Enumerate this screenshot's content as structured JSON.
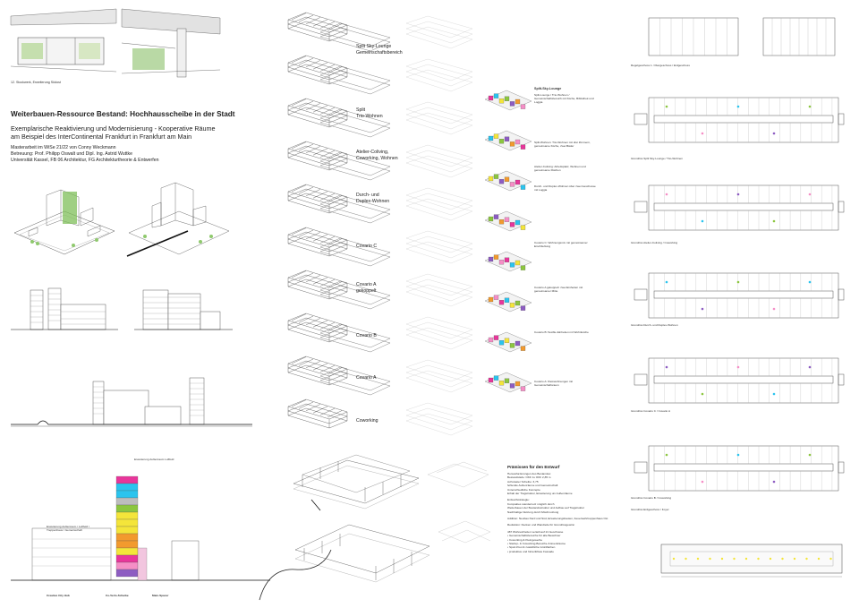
{
  "top_caption": "12. Stockwerk, Erweiterung Südost",
  "title": "Weiterbauen-Ressource Bestand: Hochhausscheibe in der Stadt",
  "subtitle_lines": [
    "Exemplarische Reaktivierung und Modernisierung - Kooperative Räume",
    "am Beispiel des InterContinental Frankfurt in Frankfurt am Main"
  ],
  "meta_lines": [
    "Masterarbeit im WiSe 21/22 von Conny Weckmann",
    "Betreuung: Prof. Philipp Oswalt und Dipl. Ing. Astrid Wuttke",
    "Universität Kassel, FB 06 Architektur, FG Architekturtheorie & Entwerfen"
  ],
  "section_labels": {
    "left": "Creative City Hub",
    "mid": "Co-Verlo-Scheibe",
    "right": "Main-Spacer"
  },
  "bar_block_title": "Erweiterung Außenraum Luftfeld",
  "colors": {
    "magenta": "#e8369b",
    "cyan": "#2bc4ee",
    "yellow": "#f4e53a",
    "orange": "#f29a2e",
    "green": "#8cc63f",
    "purple": "#8d5cc2",
    "pink": "#f58ec6",
    "grey": "#bdbdbd"
  },
  "typology_labels": [
    {
      "line1": "Split Sky-Lounge",
      "line2": "Gemeinschaftsbereich"
    },
    {
      "line1": "Split",
      "line2": "Trio-Wohnen"
    },
    {
      "line1": "Atelier-Coliving,",
      "line2": "Coworking, Wohnen"
    },
    {
      "line1": "Durch- und",
      "line2": "Duplex-Wohnen"
    },
    {
      "line1": "Covario C",
      "line2": ""
    },
    {
      "line1": "Covario A",
      "line2": "gekoppelt"
    },
    {
      "line1": "Covario B",
      "line2": ""
    },
    {
      "line1": "Covario  A",
      "line2": ""
    },
    {
      "line1": "Coworking",
      "line2": ""
    }
  ],
  "typology_descriptions": [
    "Split-Lounge / Trio-Wohnen / Gemeinschaftsbereich mit Küche, Bibliothek und Loggia",
    "Split-Wohnen: Trio-Wohnen mit drei Zimmern, gemeinsame Küche, zwei Bäder",
    "Atelier-Coliving: Arbeitsplatz, Wohnen und gemeinsame Flächen",
    "Durch- und Duplex-Wohnen über zwei Geschosse mit Loggia",
    "Covario C: Wohnungsmix mit gemeinsamer Erschließung",
    "Covario A gekoppelt: zwei Einheiten mit gemeinsamer Mitte",
    "Covario B: flexible Einheiten mit Wohnküche",
    "Covario A: Kleinwohnungen mit Gemeinschaftsraum"
  ],
  "principles_heading": "Prämissen für den Entwurf",
  "principles_body": [
    "Herausforderungen des Bestandes:",
    "Bestandstiefe: OKF zu OKF 2,85 m",
    "Achsraster Scheibe: 3,75",
    "fehlende Außenräume und Gemeinschaft",
    "Unterschiedliche Konzepte",
    "Erhalt der Tragstruktur, Erweiterung um Außenräume",
    "",
    "Entwurfsstrategie:",
    "Kompaktes wandernetz möglich durch",
    "Weiterbauen der Bestandsstruktur und Aufbau auf Tragstruktur",
    "Nachhaltige Nutzung durch Mischnutzung",
    "",
    "Addition: Neubau Nord und Süd, Erweiterungsbauten, Feuerwehrtreppenhaus Ost",
    "",
    "Reduktion: Decken und Wandteile für Grundrissgewinn",
    "",
    "487 Wohneinheiten verteilt auf 21 Geschosse",
    "• Gemeinschaftsbereiche für alle Bewohner",
    "• Coworking & Kleingewerbe",
    "• Startup- & Coworking-Bereiche & Eventräume",
    "• Sport-Pool & zusätzliche Grünflächen",
    "• produktive und hinterlüftete Fassade"
  ],
  "plan_captions": [
    "Regelgeschoss 1. Obergeschoss / Erdgeschoss",
    "Grundriss Split Sky-Lounge / Trio-Wohnen",
    "Grundriss Atelier-Coliving / Coworking",
    "Grundriss Durch- und Duplex-Wohnen",
    "Grundriss Covario C / Covario A",
    "Grundriss Covario B / Coworking",
    "Grundriss Erdgeschoss / Foyer"
  ],
  "small_notes": {
    "col_heading": "Split-Sky-Lounge",
    "section_note": "Erweiterung Außenraum / Luftfeld / Treppenhaus / Gemeinschaft"
  }
}
